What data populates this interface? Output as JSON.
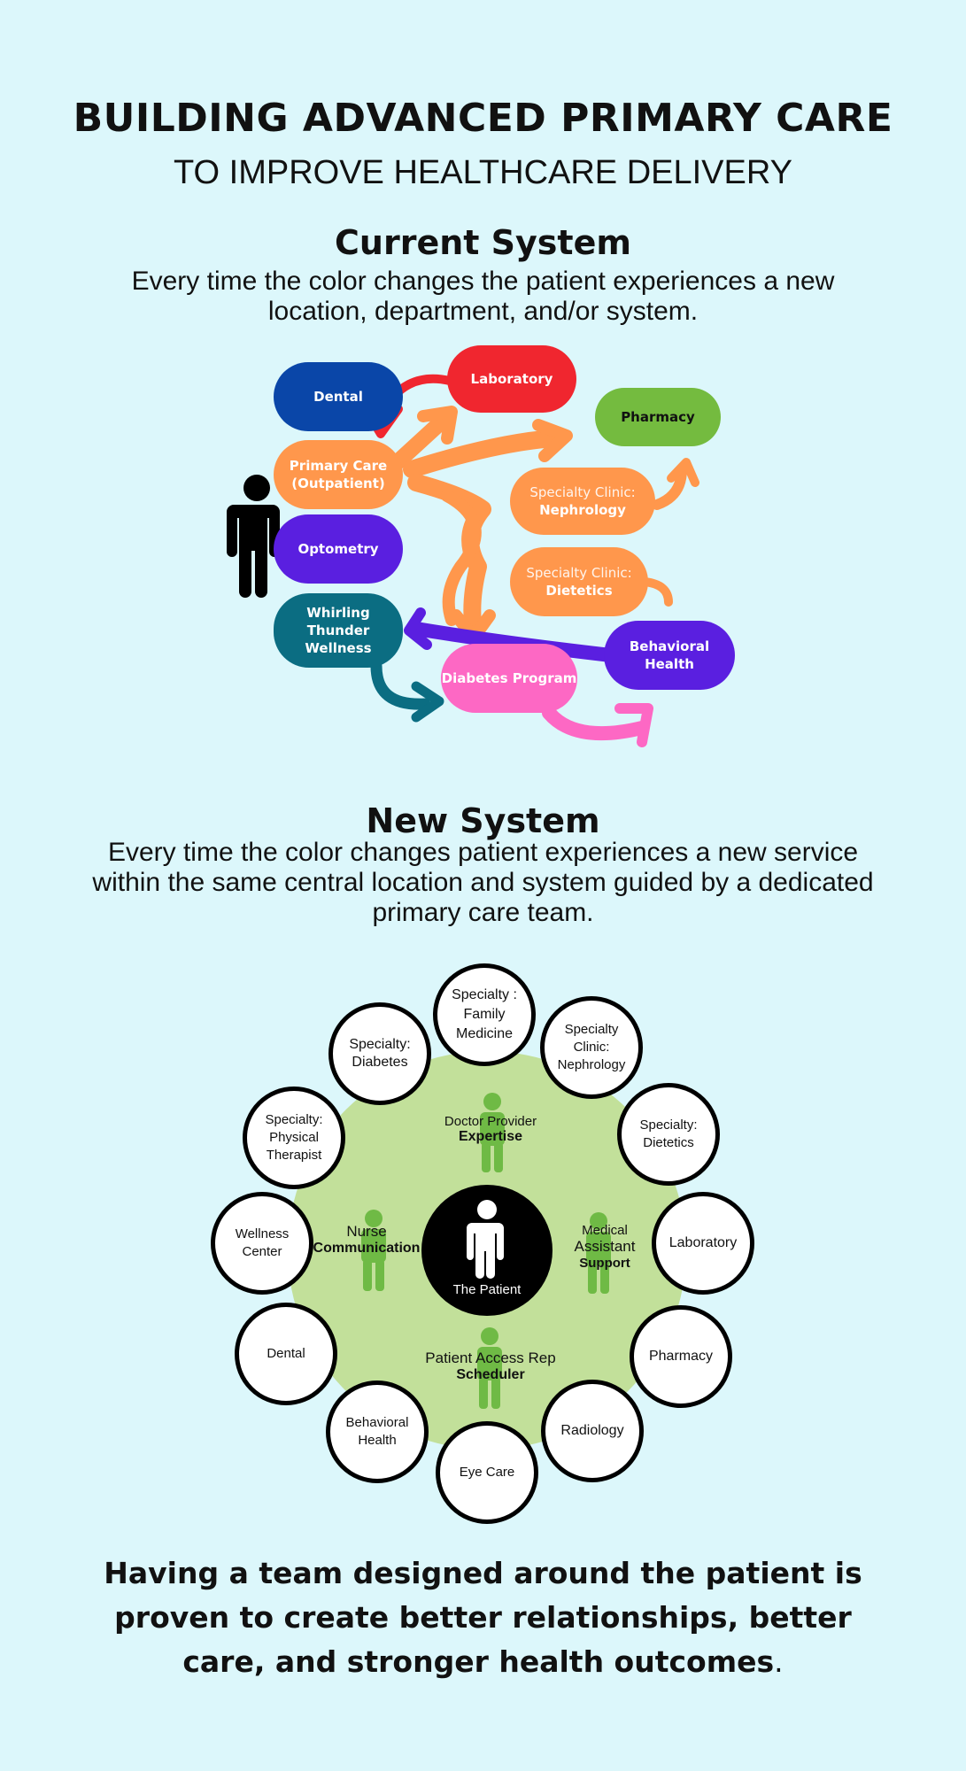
{
  "header": {
    "title": "BUILDING ADVANCED PRIMARY CARE",
    "subtitle": "TO IMPROVE HEALTHCARE DELIVERY"
  },
  "current": {
    "heading": "Current System",
    "description": "Every time the color changes the patient experiences a new location, department, and/or system.",
    "nodes": {
      "dental": "Dental",
      "laboratory": "Laboratory",
      "pharmacy": "Pharmacy",
      "primary_care_1": "Primary Care",
      "primary_care_2": "(Outpatient)",
      "nephrology_1": "Specialty Clinic:",
      "nephrology_2": "Nephrology",
      "optometry": "Optometry",
      "dietetics_1": "Specialty Clinic:",
      "dietetics_2": "Dietetics",
      "whirling_1": "Whirling Thunder",
      "whirling_2": "Wellness",
      "behavioral": "Behavioral Health",
      "diabetes": "Diabetes Program"
    },
    "colors": {
      "dental": "#0a46a8",
      "laboratory": "#f0262f",
      "pharmacy": "#74bb3f",
      "primary": "#ff974c",
      "optometry": "#5a1fe0",
      "whirling": "#0b6d82",
      "behavioral": "#5a1fe0",
      "diabetes": "#fd68c4"
    }
  },
  "new": {
    "heading": "New System",
    "description": "Every time the color changes patient experiences a new service within the same central location and system guided by a dedicated primary care team.",
    "patient": "The Patient",
    "roles": {
      "doctor_title": "Doctor Provider",
      "doctor_skill": "Expertise",
      "nurse_title": "Nurse",
      "nurse_skill": "Communication",
      "ma_title_1": "Medical",
      "ma_title_2": "Assistant",
      "ma_skill": "Support",
      "par_title": "Patient Access Rep",
      "par_skill": "Scheduler"
    },
    "services": {
      "family": "Specialty : Family Medicine",
      "nephrology": "Specialty Clinic: Nephrology",
      "diabetes": "Specialty: Diabetes",
      "dietetics": "Specialty: Dietetics",
      "physical": "Specialty: Physical Therapist",
      "laboratory": "Laboratory",
      "wellness": "Wellness Center",
      "pharmacy": "Pharmacy",
      "dental": "Dental",
      "radiology": "Radiology",
      "behavioral": "Behavioral Health",
      "eye_care": "Eye Care"
    },
    "colors": {
      "team_area": "#c2e09a",
      "figure": "#6fba45"
    }
  },
  "closing": {
    "main": "Having a team designed around the patient is proven to create better relationships, better care, and stronger health outcomes",
    "period": "."
  }
}
